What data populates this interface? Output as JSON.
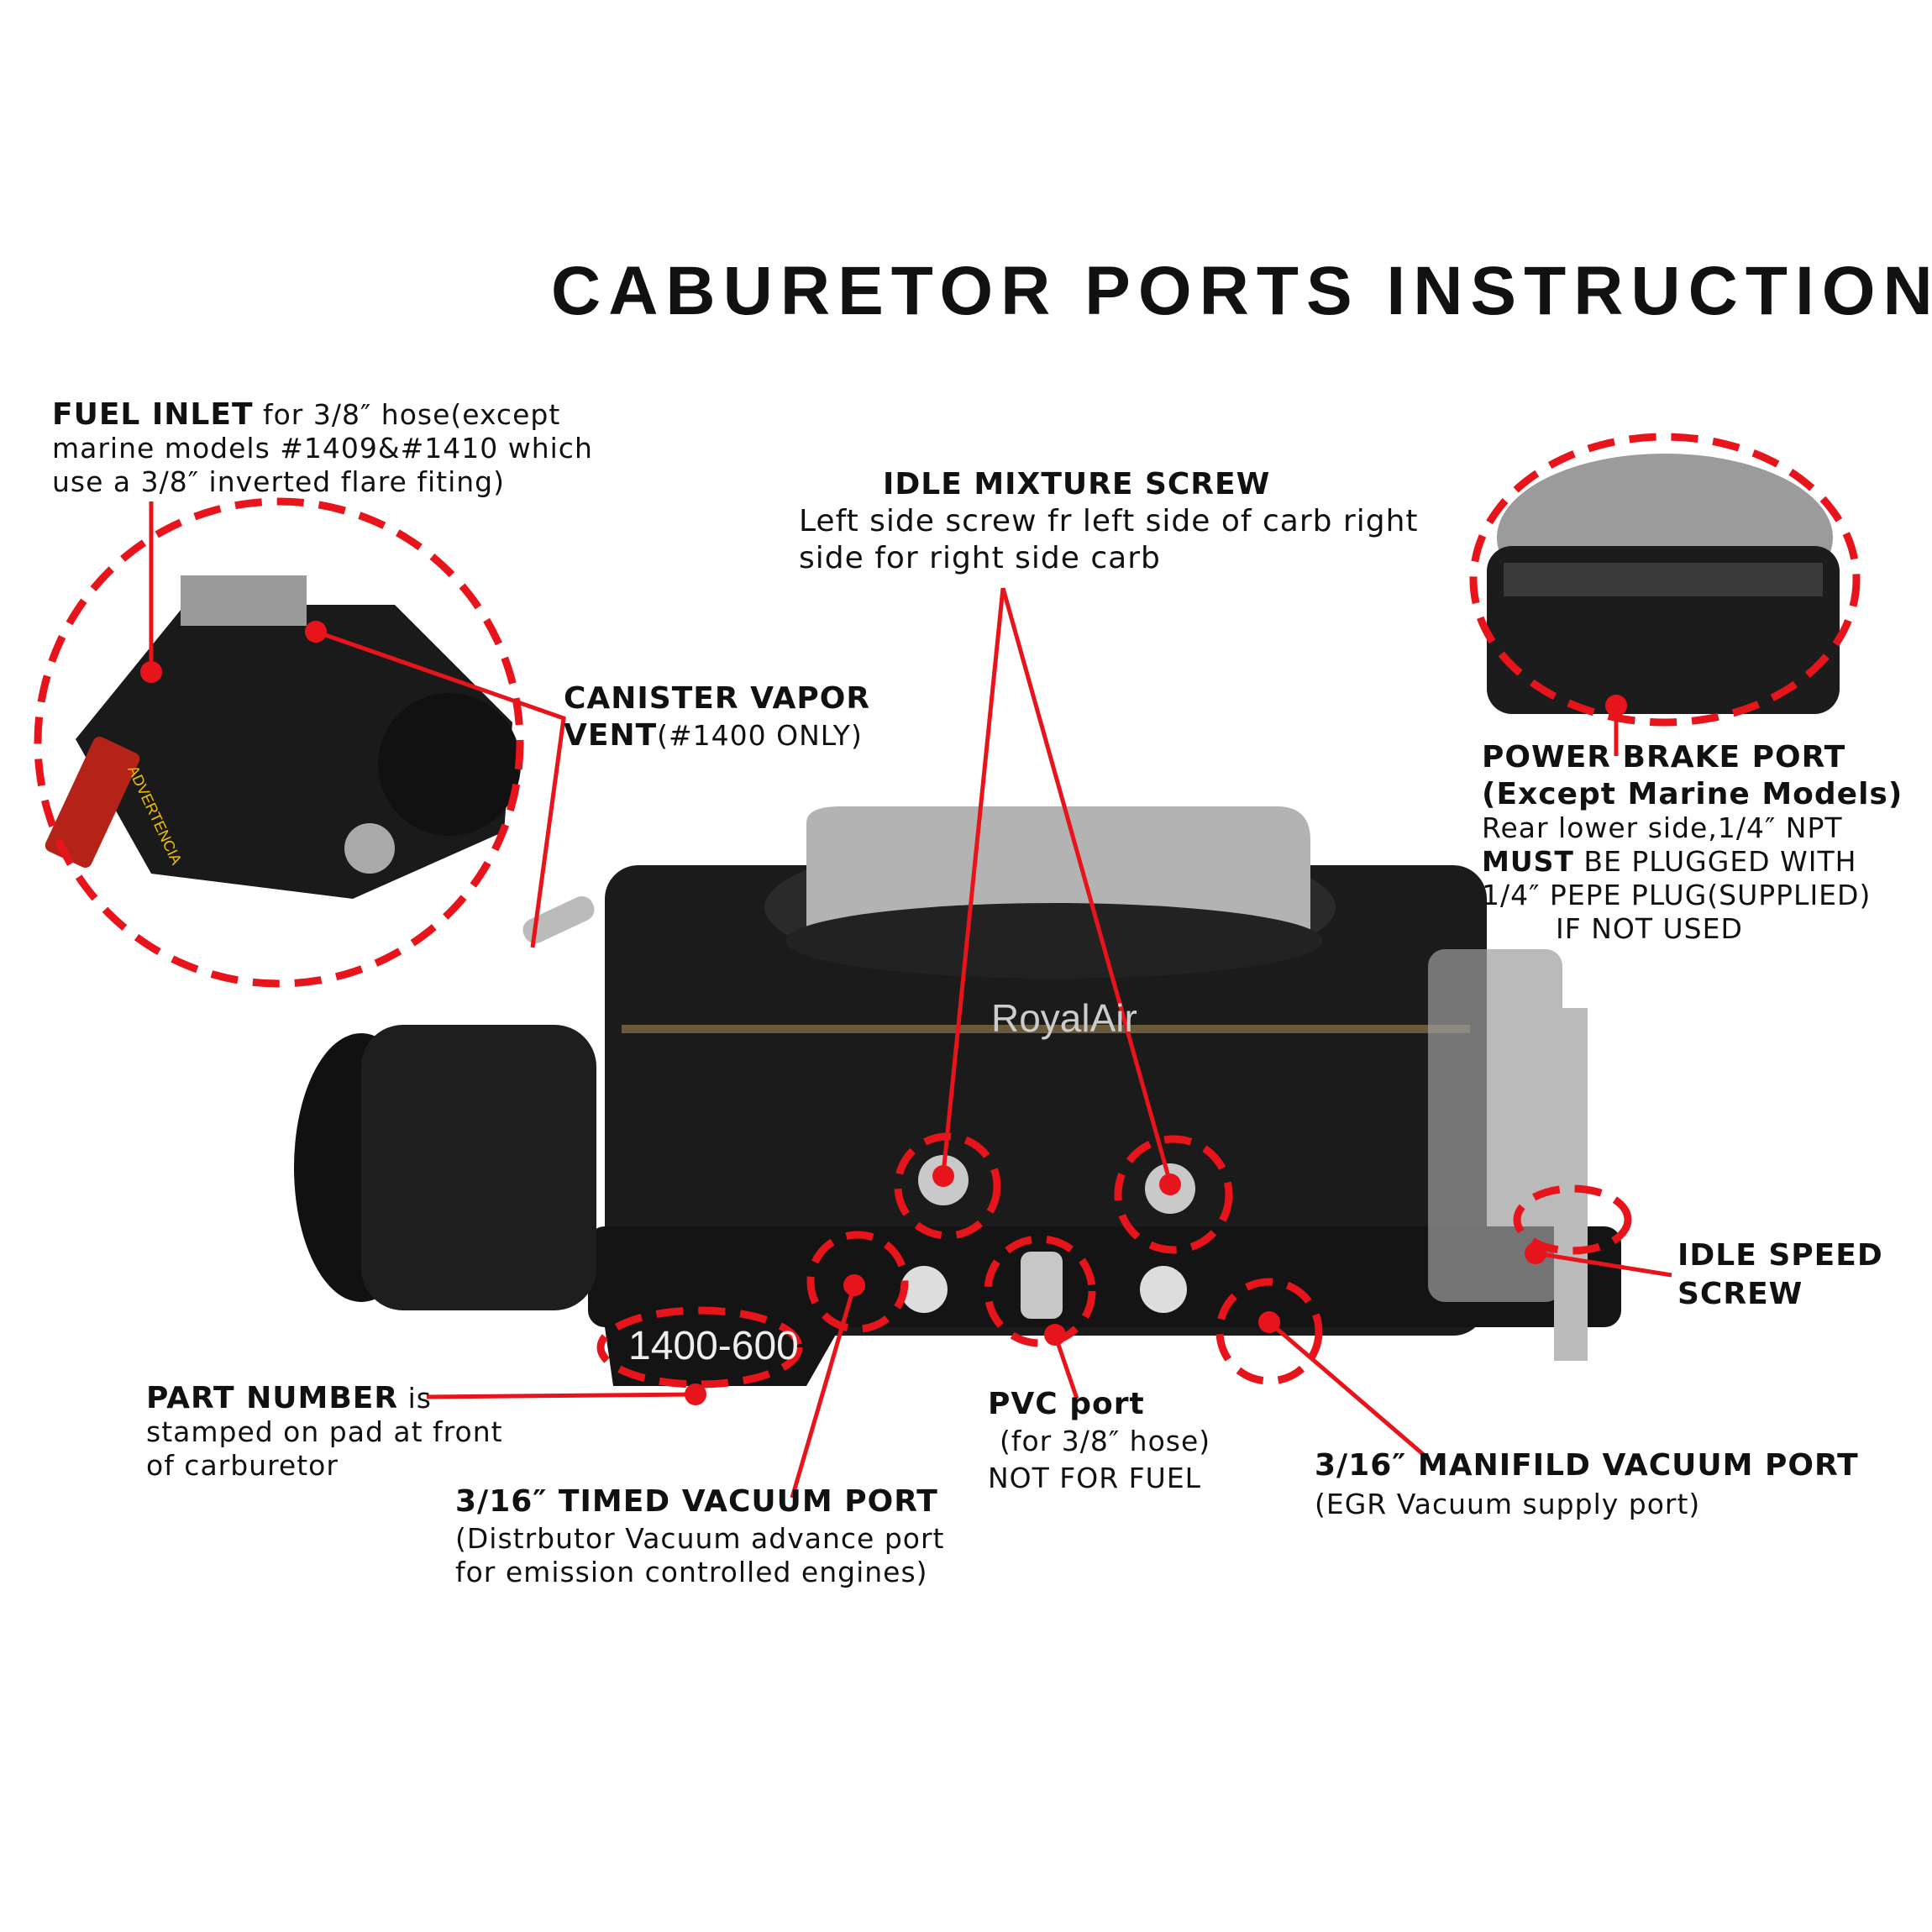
{
  "title": "CABURETOR PORTS INSTRUCTION",
  "product": {
    "brand": "RoyalAir",
    "part_number": "1400-600",
    "tag_text": "ADVERTENCIA"
  },
  "callouts": {
    "fuel_inlet": {
      "heading": "FUEL INLET",
      "lines": [
        " for 3/8″  hose(except",
        "marine models #1409&#1410 which",
        "use a 3/8″  inverted flare fiting)"
      ]
    },
    "idle_mixture": {
      "heading": "IDLE MIXTURE SCREW",
      "lines": [
        "Left side screw fr left side of carb right",
        "side for right side carb"
      ]
    },
    "canister": {
      "heading": "CANISTER VAPOR",
      "heading2": "VENT",
      "note": "(#1400 ONLY)"
    },
    "power_brake": {
      "heading": "POWER BRAKE PORT",
      "heading2": "(Except Marine Models)",
      "line1": "Rear lower side,1/4″  NPT",
      "must": "MUST",
      "line2": " BE PLUGGED WITH",
      "line3": "1/4″  PEPE PLUG(SUPPLIED)",
      "line4": "IF NOT USED"
    },
    "idle_speed": {
      "heading": "IDLE SPEED",
      "heading2": "SCREW"
    },
    "part_number": {
      "heading": "PART NUMBER",
      "suffix": " is",
      "lines": [
        "stamped on pad at front",
        "of carburetor"
      ]
    },
    "pvc": {
      "heading": "PVC port",
      "lines": [
        "(for 3/8″ hose)",
        "NOT FOR FUEL"
      ]
    },
    "timed_vacuum": {
      "heading": "3/16″ TIMED VACUUM PORT",
      "lines": [
        "(Distrbutor Vacuum advance port",
        "for emission controlled engines)"
      ]
    },
    "manifold_vacuum": {
      "heading": "3/16″ MANIFILD VACUUM PORT",
      "lines": [
        "(EGR Vacuum supply port)"
      ]
    }
  },
  "colors": {
    "accent": "#e8141b",
    "body": "#1a1a1a",
    "metal": "#a9a9a9"
  }
}
